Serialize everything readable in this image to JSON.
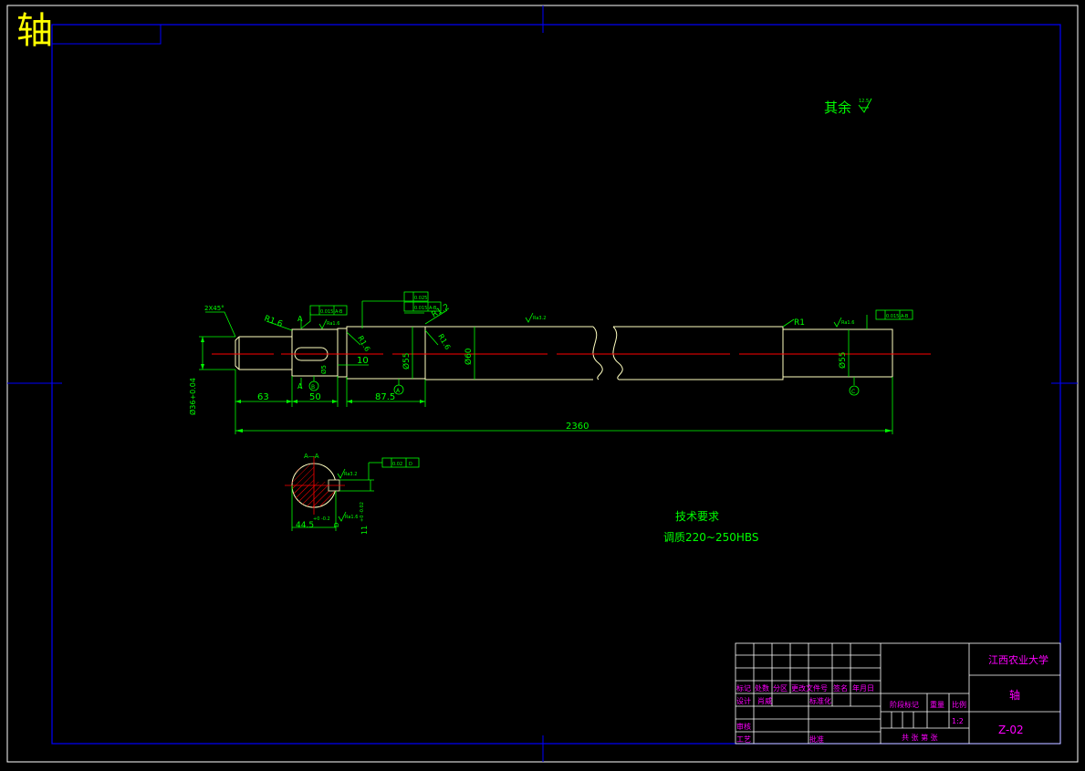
{
  "drawing": {
    "title": "轴",
    "rest_roughness_label": "其余",
    "rest_roughness_value": "12.5",
    "tech_req_title": "技术要求",
    "tech_req_text": "调质220~250HBS"
  },
  "dimensions": {
    "chamfer": "2X45°",
    "r_left1": "R1.6",
    "r_left2": "R1.6",
    "r_mid": "R1.6",
    "r_mid2": "R1.6",
    "r_top": "R1.2",
    "r_right": "R1",
    "dia_end": "Ø36+0.04",
    "dia_key": "Ø5",
    "dia_55_left": "Ø55",
    "dia_60": "Ø60",
    "dia_55_right": "Ø55",
    "len_63": "63",
    "len_50": "50",
    "len_10": "10",
    "len_875": "87.5",
    "len_total": "2360",
    "sec_label": "A—A",
    "sec_depth": "44.5",
    "sec_width": "11",
    "tol_depth": "+0\n-0.2",
    "tol_width": "+0\n-0.02",
    "datum_a": "A",
    "datum_b": "B",
    "datum_c": "C",
    "datum_d": "D",
    "sec_mark_a1": "A",
    "sec_mark_a2": "A",
    "ra_16a": "Ra1.6",
    "ra_16b": "Ra1.6",
    "ra_32a": "Ra3.2",
    "ra_32b": "Ra3.2",
    "ra_16c": "Ra1.6",
    "gt1_val": "0.015",
    "gt1_ref": "A-B",
    "gt2_val": "0.025",
    "gt3_val": "0.015",
    "gt3_ref": "A-B",
    "gt4_val": "0.015",
    "gt4_ref": "A-B",
    "gt5_val": "0.02",
    "gt5_ref": "D"
  },
  "title_block": {
    "school": "江西农业大学",
    "part_name": "轴",
    "drawing_no": "Z-02",
    "scale_label": "比例",
    "scale": "1:2",
    "stage_label": "阶段标记",
    "weight_label": "重量",
    "sheet_info": "共  张  第  张",
    "h_mark": "标记",
    "h_count": "处数",
    "h_zone": "分区",
    "h_docno": "更改文件号",
    "h_sign": "签名",
    "h_date": "年月日",
    "r_design": "设计",
    "r_designer": "肖威",
    "r_standard": "标准化",
    "r_review": "审核",
    "r_craft": "工艺",
    "r_approve": "批准"
  },
  "colors": {
    "border": "#0000ff",
    "outline": "#ffffc0",
    "dimension": "#00ff00",
    "centerline": "#ff0000",
    "title_text": "#ff00ff",
    "frame": "#ffffff",
    "accent": "#ffff00"
  }
}
